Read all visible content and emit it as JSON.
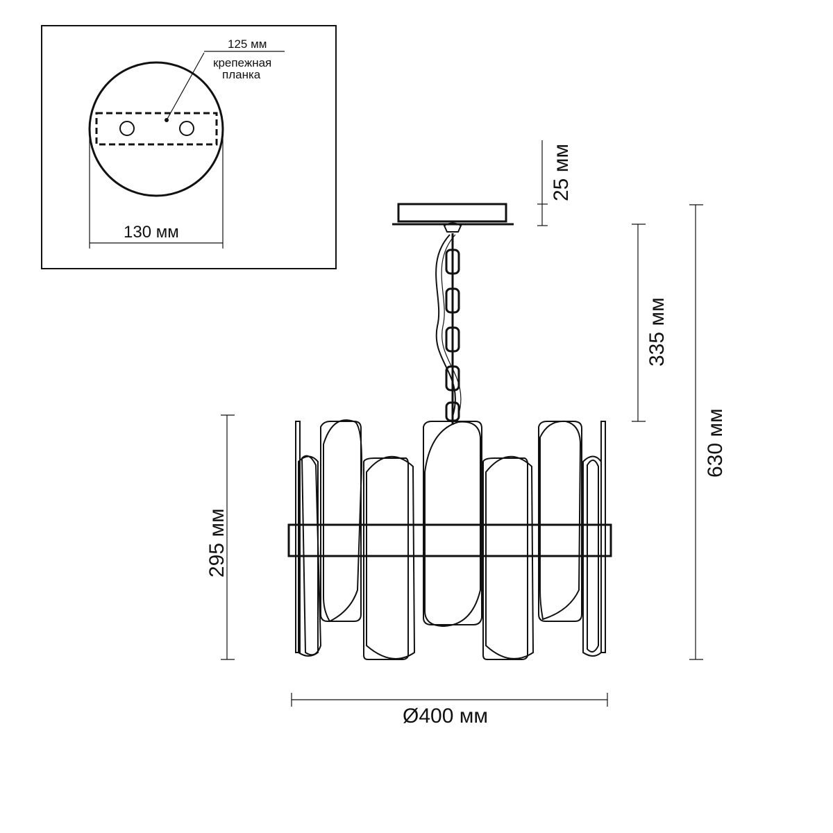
{
  "inset": {
    "plate_width_label": "125 мм",
    "bracket_label_line1": "крепежная",
    "bracket_label_line2": "планка",
    "canopy_diameter_label": "130 мм"
  },
  "dimensions": {
    "canopy_height": "25 мм",
    "chain_length": "335 мм",
    "total_height": "630 мм",
    "body_height": "295 мм",
    "diameter": "Ø400 мм"
  }
}
